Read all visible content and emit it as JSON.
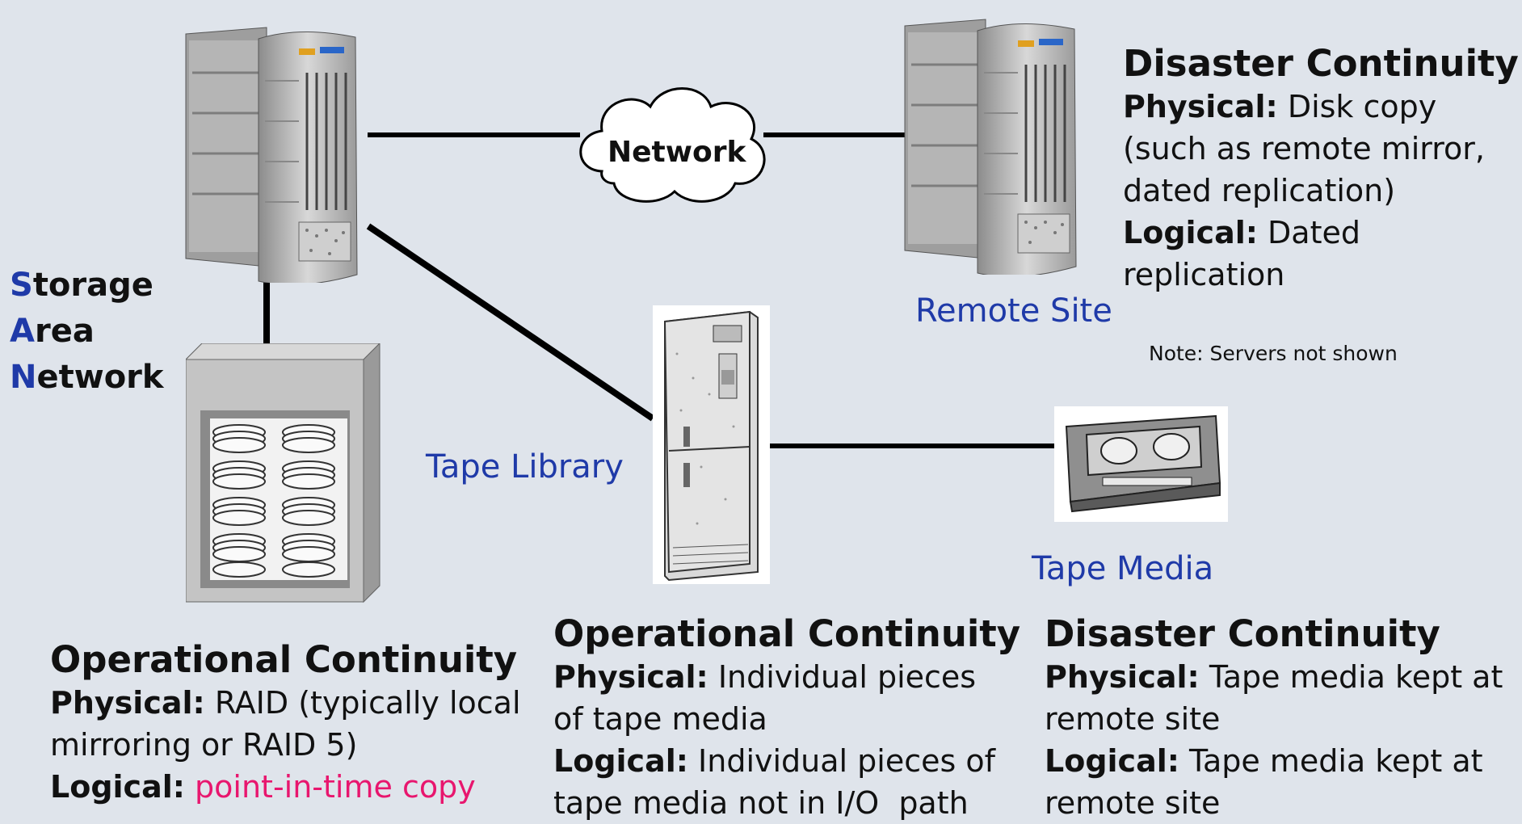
{
  "san": {
    "line1_initial": "S",
    "line1_rest": "torage",
    "line2_initial": "A",
    "line2_rest": "rea",
    "line3_initial": "N",
    "line3_rest": "etwork"
  },
  "network_label": "Network",
  "remote_site_label": "Remote Site",
  "tape_library_label": "Tape Library",
  "tape_media_label": "Tape Media",
  "note": "Note: Servers not shown",
  "remote_block": {
    "heading": "Disaster Continuity",
    "physical_key": "Physical:",
    "physical_line1": "Disk copy",
    "physical_line2": "(such as remote mirror,",
    "physical_line3": "dated replication)",
    "logical_key": "Logical:",
    "logical_line1": "Dated",
    "logical_line2": "replication"
  },
  "raid_block": {
    "heading": "Operational Continuity",
    "physical_key": "Physical:",
    "physical_line1": "RAID (typically local",
    "physical_line2": "mirroring or RAID 5)",
    "logical_key": "Logical:",
    "logical_value": "point-in-time copy"
  },
  "tape_library_block": {
    "heading": "Operational Continuity",
    "physical_key": "Physical:",
    "physical_line1": "Individual pieces",
    "physical_line2": "of tape media",
    "logical_key": "Logical:",
    "logical_line1": "Individual pieces of",
    "logical_line2": "tape media not in I/O  path"
  },
  "tape_media_block": {
    "heading": "Disaster Continuity",
    "physical_key": "Physical:",
    "physical_line1": "Tape media kept at",
    "physical_line2": "remote site",
    "logical_key": "Logical:",
    "logical_line1": "Tape media kept at",
    "logical_line2": "remote site"
  },
  "colors": {
    "background": "#dfe4eb",
    "label_blue": "#1f3aa8",
    "highlight_pink": "#e8166e"
  }
}
